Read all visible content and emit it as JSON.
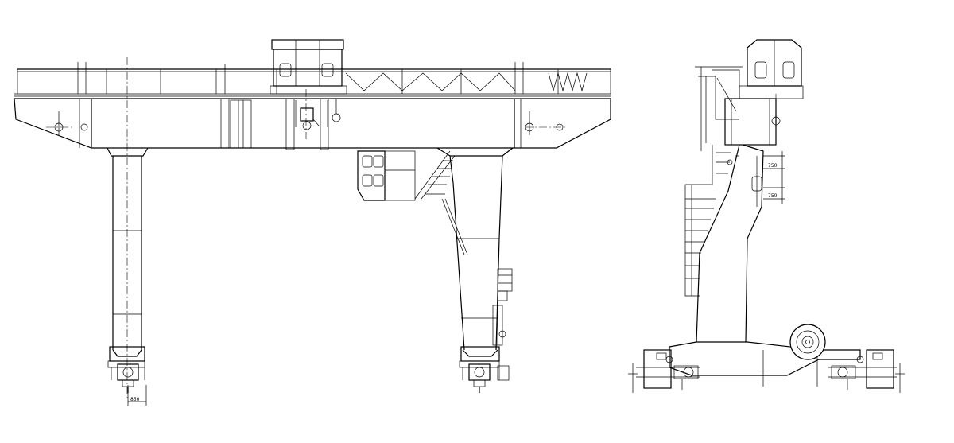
{
  "drawing": {
    "front_view": {
      "dimension_labels": [
        "850"
      ]
    },
    "side_view": {
      "dimension_labels": [
        "750",
        "750"
      ]
    }
  }
}
